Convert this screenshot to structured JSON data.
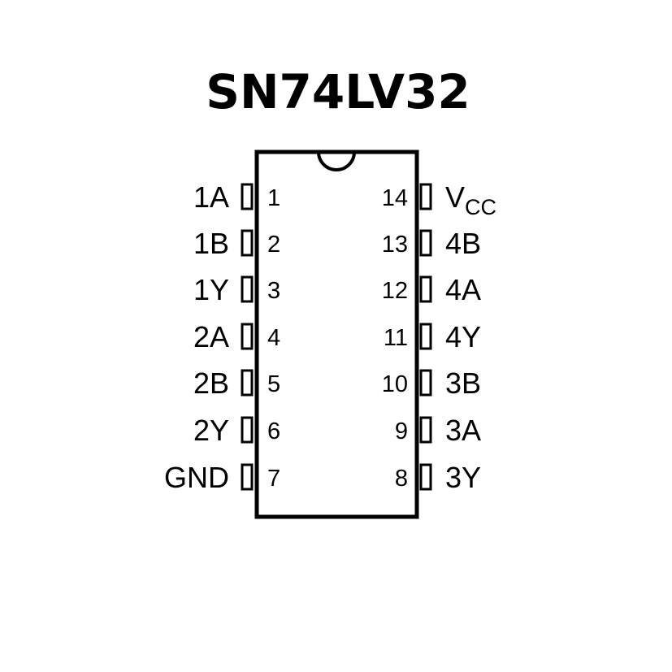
{
  "title": "SN74LV32",
  "left_pins": [
    {
      "number": "1",
      "label": "1A"
    },
    {
      "number": "2",
      "label": "1B"
    },
    {
      "number": "3",
      "label": "1Y"
    },
    {
      "number": "4",
      "label": "2A"
    },
    {
      "number": "5",
      "label": "2B"
    },
    {
      "number": "6",
      "label": "2Y"
    },
    {
      "number": "7",
      "label": "GND"
    }
  ],
  "right_pins": [
    {
      "number": "14",
      "label": "V",
      "subscript": "CC"
    },
    {
      "number": "13",
      "label": "4B"
    },
    {
      "number": "12",
      "label": "4A"
    },
    {
      "number": "11",
      "label": "4Y"
    },
    {
      "number": "10",
      "label": "3B"
    },
    {
      "number": "9",
      "label": "3A"
    },
    {
      "number": "8",
      "label": "3Y"
    }
  ]
}
